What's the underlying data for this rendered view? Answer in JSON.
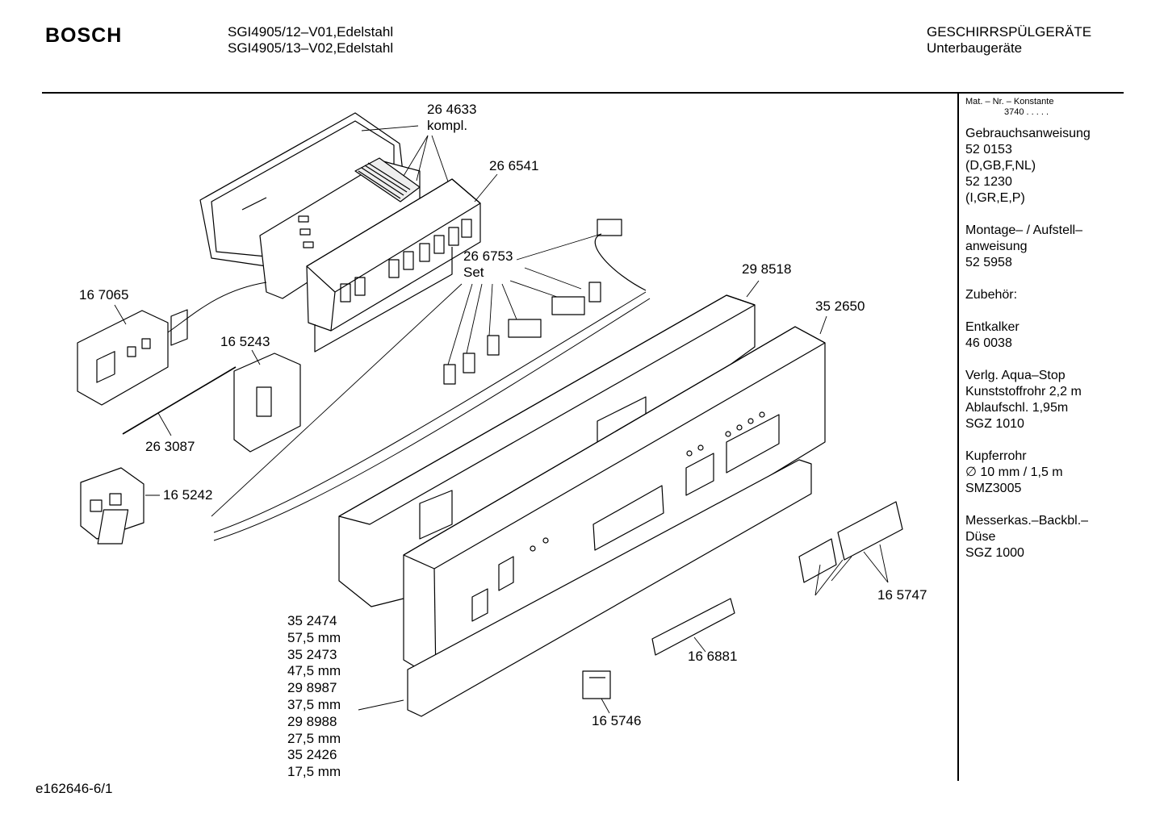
{
  "header": {
    "brand": "BOSCH",
    "models": [
      "SGI4905/12–V01,Edelstahl",
      "SGI4905/13–V02,Edelstahl"
    ],
    "category": [
      "GESCHIRRSPÜLGERÄTE",
      "Unterbaugeräte"
    ]
  },
  "sidebar": {
    "mat_heading": "Mat. – Nr. – Konstante",
    "mat_constant": "3740  .  .  .  .  .",
    "blocks": [
      [
        "Gebrauchsanweisung",
        "52 0153",
        "(D,GB,F,NL)",
        "52 1230",
        "(I,GR,E,P)"
      ],
      [
        "Montage– / Aufstell–",
        "anweisung",
        "52 5958"
      ],
      [
        "Zubehör:"
      ],
      [
        "Entkalker",
        "46 0038"
      ],
      [
        "Verlg. Aqua–Stop",
        "Kunststoffrohr 2,2 m",
        "Ablaufschl. 1,95m",
        "SGZ 1010"
      ],
      [
        "Kupferrohr",
        "∅ 10 mm / 1,5 m",
        "SMZ3005"
      ],
      [
        "Messerkas.–Backbl.–",
        "Düse",
        "SGZ 1000"
      ]
    ]
  },
  "parts": {
    "p264633": [
      "26 4633",
      "kompl."
    ],
    "p266541": "26 6541",
    "p266753": [
      "26 6753",
      "Set"
    ],
    "p298518": "29 8518",
    "p352650": "35 2650",
    "p167065": "16 7065",
    "p165243": "16 5243",
    "p263087": "26 3087",
    "p165242": "16 5242",
    "p165747": "16 5747",
    "p166881": "16 6881",
    "p165746": "16 5746"
  },
  "lengths": [
    "35 2474",
    "57,5 mm",
    "35 2473",
    "47,5 mm",
    "29 8987",
    "37,5 mm",
    "29 8988",
    "27,5 mm",
    "35 2426",
    "17,5 mm"
  ],
  "footer": "e162646-6/1"
}
